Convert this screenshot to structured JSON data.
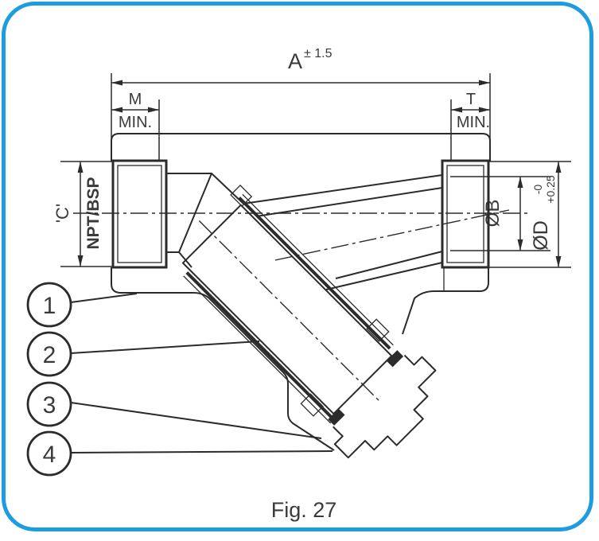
{
  "figure": {
    "caption": "Fig. 27"
  },
  "dimensions": {
    "a": {
      "label": "A",
      "tolerance": "± 1.5"
    },
    "m": {
      "label": "M",
      "qualifier": "MIN."
    },
    "t": {
      "label": "T",
      "qualifier": "MIN."
    },
    "c": {
      "label": "'C'",
      "thread": "NPT/BSP"
    },
    "b": {
      "label": "ØB"
    },
    "d": {
      "label": "ØD",
      "tol_plus": "+0.25",
      "tol_minus": "-0"
    }
  },
  "callouts": [
    {
      "number": "1"
    },
    {
      "number": "2"
    },
    {
      "number": "3"
    },
    {
      "number": "4"
    }
  ],
  "colors": {
    "border": "#1d9cdf",
    "line": "#2b2b2b",
    "text": "#3a3a3a"
  }
}
